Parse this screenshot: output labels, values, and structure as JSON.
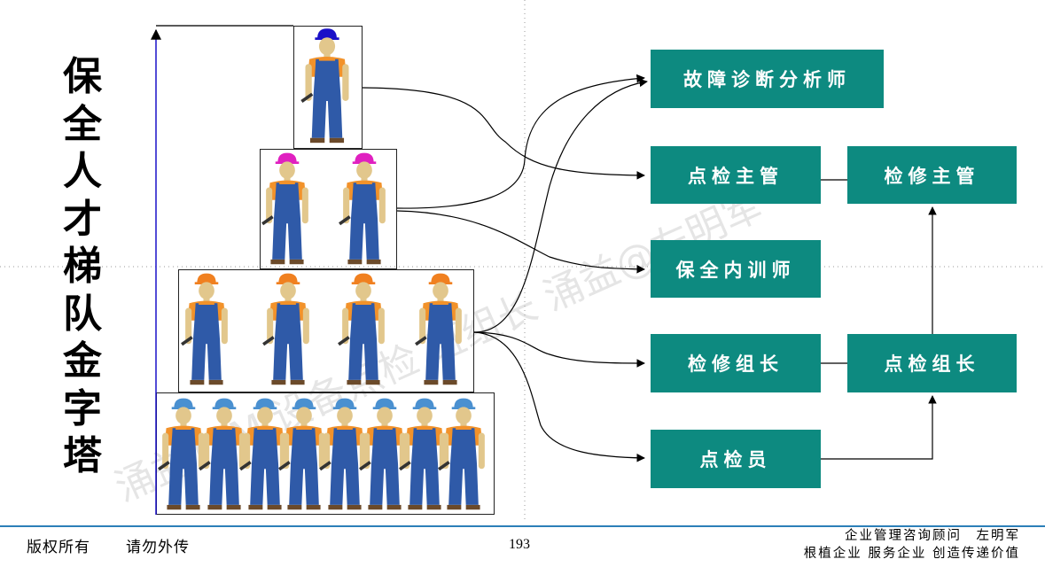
{
  "title_chars": [
    "保",
    "全",
    "人",
    "才",
    "梯",
    "队",
    "金",
    "字",
    "塔"
  ],
  "roles": {
    "fault_diagnosis": "故障诊断分析师",
    "inspection_supervisor": "点检主管",
    "maintenance_supervisor": "检修主管",
    "internal_trainer": "保全内训师",
    "maintenance_leader": "检修组长",
    "inspection_leader": "点检组长",
    "inspector": "点检员"
  },
  "watermark": "涌益TPM 设备点检 班组长 涌益@左明军",
  "footer": {
    "copyright": "版权所有",
    "no_share": "请勿外传",
    "page": "193",
    "consultant": "企业管理咨询顾问　左明军",
    "slogan": "根植企业 服务企业 创造传递价值"
  },
  "colors": {
    "role_box": "#0d8a80",
    "helmet_top": "#1a10c8",
    "helmet_tier2": "#e020c0",
    "helmet_tier3": "#f08020",
    "helmet_tier4": "#4a90d0",
    "shirt": "#f2922a",
    "overall": "#2f5aa8",
    "skin": "#e2c78c"
  }
}
